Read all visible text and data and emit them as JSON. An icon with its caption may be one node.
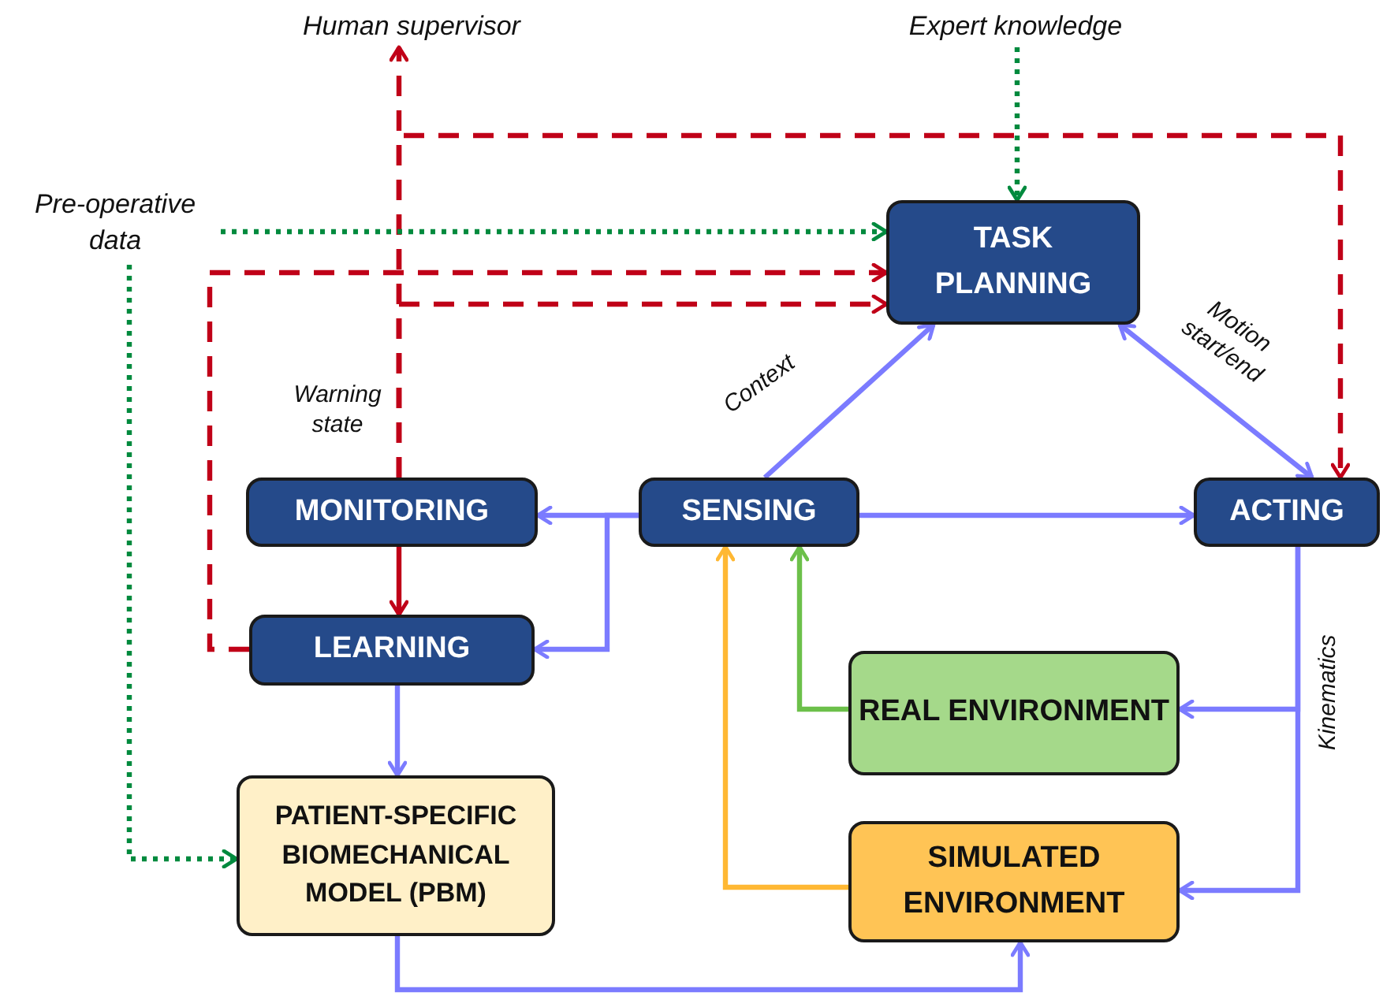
{
  "diagram": {
    "nodes": [
      {
        "text": [
          "Human supervisor"
        ]
      },
      {
        "text": [
          "Expert knowledge"
        ]
      },
      {
        "text": [
          "Pre-operative data"
        ]
      },
      {
        "text": [
          "TASK PLANNING"
        ]
      },
      {
        "text": [
          "MONITORING"
        ]
      },
      {
        "text": [
          "SENSING"
        ]
      },
      {
        "text": [
          "ACTING"
        ]
      },
      {
        "text": [
          "LEARNING"
        ]
      },
      {
        "text": [
          "REAL ENVIRONMENT"
        ]
      },
      {
        "text": [
          "PATIENT-SPECIFIC BIOMECHANICAL MODEL (PBM)"
        ]
      },
      {
        "text": [
          "SIMULATED ENVIRONMENT"
        ]
      }
    ],
    "edges": [
      {
        "from": 4,
        "to": 0,
        "arrow": "to",
        "label": "Warning state",
        "style": "dashed",
        "color": "#c00018"
      },
      {
        "from": 4,
        "to": 3,
        "arrow": "to",
        "style": "dashed",
        "color": "#c00018"
      },
      {
        "from": 4,
        "to": 6,
        "arrow": "to",
        "style": "dashed",
        "color": "#c00018"
      },
      {
        "from": 7,
        "to": 3,
        "arrow": "to",
        "style": "dashed",
        "color": "#c00018"
      },
      {
        "from": 4,
        "to": 7,
        "arrow": "to",
        "color": "#c00018"
      },
      {
        "from": 1,
        "to": 3,
        "arrow": "to",
        "style": "dashed",
        "color": "#008a3e"
      },
      {
        "from": 2,
        "to": 3,
        "arrow": "to",
        "style": "dashed",
        "color": "#008a3e"
      },
      {
        "from": 2,
        "to": 9,
        "arrow": "to",
        "style": "dashed",
        "color": "#008a3e"
      },
      {
        "from": 5,
        "to": 3,
        "arrow": "to",
        "label": "Context"
      },
      {
        "from": 3,
        "to": 6,
        "arrow": "both",
        "label": "Motion start/end"
      },
      {
        "from": 5,
        "to": 6,
        "arrow": "to"
      },
      {
        "from": 5,
        "to": 4,
        "arrow": "to"
      },
      {
        "from": 5,
        "to": 7,
        "arrow": "to"
      },
      {
        "from": 6,
        "to": 8,
        "arrow": "to",
        "label": "Kinematics"
      },
      {
        "from": 6,
        "to": 10,
        "arrow": "to"
      },
      {
        "from": 8,
        "to": 5,
        "arrow": "to",
        "color": "#6cc04a"
      },
      {
        "from": 10,
        "to": 5,
        "arrow": "to",
        "color": "#ffb833"
      },
      {
        "from": 9,
        "to": 10,
        "arrow": "to"
      },
      {
        "from": 7,
        "to": 9,
        "arrow": "to"
      }
    ]
  }
}
